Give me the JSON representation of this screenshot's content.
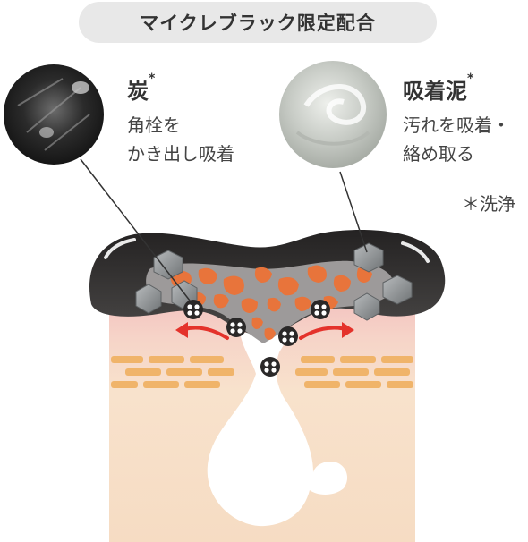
{
  "badge": "マイクレブラック限定配合",
  "charcoal": {
    "title": "炭",
    "mark": "*",
    "description": "角栓を\nかき出し吸着"
  },
  "mud": {
    "title": "吸着泥",
    "mark": "*",
    "description": "汚れを吸着・\n絡め取る"
  },
  "footnote": "＊洗浄",
  "colors": {
    "mask_dark": "#2f2d2d",
    "plug_orange": "#e8743b",
    "skin_pink": "#f5c9c4",
    "skin_beige": "#f7e1c9",
    "brick": "#f0b46a",
    "arrow_red": "#e4322b",
    "hex_gray": "#8f9294"
  }
}
